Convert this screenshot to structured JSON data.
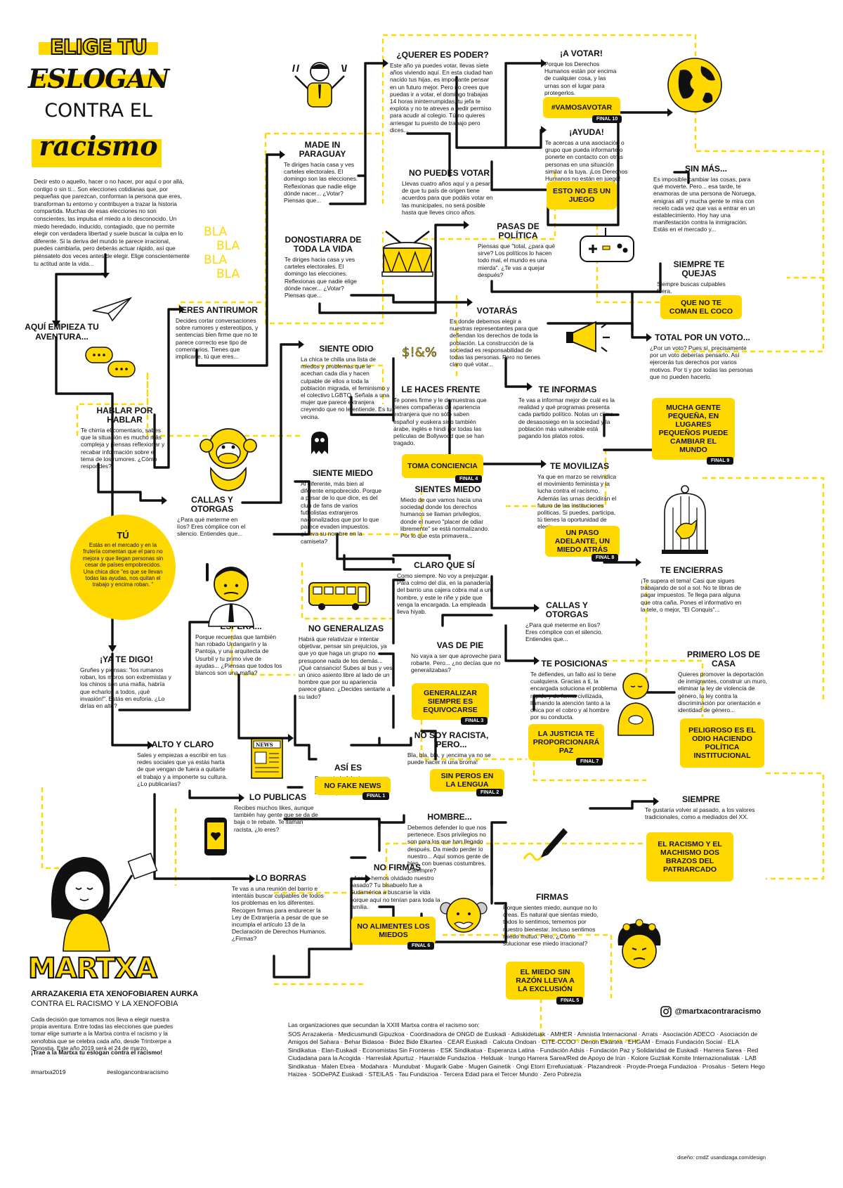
{
  "header": {
    "line1": "ELIGE TU",
    "line2": "ESLOGAN",
    "line3": "CONTRA EL",
    "line4": "RACISMO"
  },
  "intro": "Decir esto o aquello, hacer o no hacer, por aquí o por allá, contigo o sin ti... Son elecciones cotidianas que, por pequeñas que parezcan, conforman la persona que eres, transforman tu entorno y contribuyen a trazar la historia compartida. Muchas de esas elecciones no son conscientes, las impulsa el miedo a lo desconocido. Un miedo heredado, inducido, contagiado, que no permite elegir con verdadera libertad y suele buscar la culpa en lo diferente. Si la deriva del mundo te parece irracional, puedes cambiarla, pero deberás actuar rápido, así que piénsatelo dos veces antes de elegir. Elige conscientemente tu actitud ante la vida...",
  "start_label": "AQUÍ EMPIEZA TU AVENTURA...",
  "bla": [
    "BLA",
    "BLA",
    "BLA",
    "BLA"
  ],
  "tu": {
    "title": "TÚ",
    "body": "Estás en el mercado y en la frutería comentan que el paro no mejora y que llegan personas sin cesar de países empobrecidos. Una chica dice \"es que se llevan todas las ayudas, nos quitan el trabajo y encima roban. \""
  },
  "nodes": [
    {
      "id": "made-in-paraguay",
      "title": "MADE IN PARAGUAY",
      "body": "Te diriges hacia casa y ves carteles electorales. El domingo son las elecciones. Reflexionas que nadie elige dónde nacer... ¿Votar? Piensas que..."
    },
    {
      "id": "querer-es-poder",
      "title": "¿QUERER ES PODER?",
      "body": "Este año ya puedes votar, llevas siete años viviendo aquí. En esta ciudad han nacido tus hijas, es importante pensar en un futuro mejor. Pero no crees que puedas ir a votar, el domingo trabajas 14 horas ininterrumpidas, tu jefa te explota y no te atreves a pedir permiso para acudir al colegio. Tú no quieres arriesgar tu puesto de trabajo pero dices..."
    },
    {
      "id": "a-votar",
      "title": "¡A VOTAR!",
      "body": "Porque los Derechos Humanos están por encima de cualquier cosa, y las urnas son el lugar para protegerlos."
    },
    {
      "id": "ayuda",
      "title": "¡AYUDA!",
      "body": "Te acercas a una asociación o grupo que pueda informarte o ponerte en contacto con otras personas en una situación similar a la tuya. ¡Los Derechos Humanos no están en juego!"
    },
    {
      "id": "no-puedes-votar",
      "title": "NO PUEDES VOTAR",
      "body": "Llevas cuatro años aquí y a pesar de que tu país de origen tiene acuerdos para que podáis votar en las municipales, no será posible hasta que lleves cinco años."
    },
    {
      "id": "sin-mas",
      "title": "SIN MÁS...",
      "body": "Es imposible cambiar las cosas, para qué moverte. Pero... esa tarde, te enamoras de una persona de Noruega, emigras allí y mucha gente te mira con recelo cada vez que vas a entrar en un establecimiento. Hoy hay una manifestación contra la inmigración. Estás en el mercado y..."
    },
    {
      "id": "donostiarra",
      "title": "DONOSTIARRA DE TODA LA VIDA",
      "body": "Te diriges hacia casa y ves carteles electorales. El domingo las elecciones. Reflexionas que nadie elige dónde nacer... ¿Votar? Piensas que..."
    },
    {
      "id": "pasas-de-politica",
      "title": "PASAS DE POLÍTICA",
      "body": "Piensas que \"total, ¿para qué sirve? Los políticos lo hacen todo mal, el mundo es una mierda\". ¿Te vas a quejar después?"
    },
    {
      "id": "siempre-te-quejas",
      "title": "SIEMPRE TE QUEJAS",
      "body": "Siempre buscas culpables fuera."
    },
    {
      "id": "eres-antirumor",
      "title": "ERES ANTIRUMOR",
      "body": "Decides cortar conversaciones sobre rumores y estereotipos, y sentencias bien firme que no te parece correcto ese tipo de comentarios. Tienes que implicarte, tú que eres..."
    },
    {
      "id": "votaras",
      "title": "VOTARÁS",
      "body": "Es donde debemos elegir a nuestras representantes para que defiendan los derechos de toda la población. La construcción de la sociedad es responsabilidad de todas las personas. Pero no tienes claro qué votar..."
    },
    {
      "id": "siente-odio",
      "title": "SIENTE ODIO",
      "body": "La chica te chilla una lista de miedos y problemas que le acechan cada día y hacen culpable de ellos a toda la población migrada, el feminismo y el colectivo LGBTQ. Señala a una mujer que parece extranjera creyendo que no le entiende. Es tu vecina."
    },
    {
      "id": "total-por-un-voto",
      "title": "TOTAL POR UN VOTO...",
      "body": "¿Por un voto? Pues sí, precisamente por un voto deberías pensarlo. Así ejercerás tus derechos por varios motivos. Por ti y por todas las personas que no pueden hacerlo."
    },
    {
      "id": "hablar-por-hablar",
      "title": "HABLAR POR HABLAR",
      "body": "Te chirría el comentario, sabes que la situación es mucho más compleja y piensas reflexionar y recabar información sobre el tema de los rumores. ¿Cómo respondes?"
    },
    {
      "id": "le-haces-frente",
      "title": "LE HACES FRENTE",
      "body": "Te pones firme y le demuestras que tienes compañeras de apariencia extranjera que no sólo saben español y euskera sino también árabe, inglés e hindi por todas las películas de Bollywood que se han tragado."
    },
    {
      "id": "te-informas",
      "title": "TE INFORMAS",
      "body": "Te vas a informar mejor de cuál es la realidad y qué programas presenta cada partido político. Notas un clima de desasosiego en la sociedad y la población más vulnerable está pagando los platos rotos."
    },
    {
      "id": "siente-miedo",
      "title": "SIENTE MIEDO",
      "body": "Al diferente, más bien al diferente empobrecido. Porque a pesar de lo que dice, es del club de fans de varios futbolistas extranjeros nacionalizados que por lo que parece evaden impuestos. ¿Lleva su nombre en la camiseta?"
    },
    {
      "id": "sientes-miedo",
      "title": "SIENTES MIEDO",
      "body": "Miedo de que vamos hacia una sociedad donde los derechos humanos se llaman privilegios, donde el nuevo \"placer de odiar libremente\" se está normalizando. Por lo que esta primavera..."
    },
    {
      "id": "te-movilizas",
      "title": "TE MOVILIZAS",
      "body": "Ya que en marzo se reivindica el movimiento feminista y la lucha contra el racismo. Además las urnas decidirán el futuro de las instituciones políticas. Si puedes, participa, tú tienes la oportunidad de elegir."
    },
    {
      "id": "callas-y-otorgas-1",
      "title": "CALLAS Y OTORGAS",
      "body": "¿Para qué meterme en líos? Eres cómplice con el silencio. Entiendes que..."
    },
    {
      "id": "claro-que-si",
      "title": "CLARO QUE SÍ",
      "body": "Como siempre. No voy a prejuzgar. Para colmo del día, en la panadería del barrio una cajera cobra mal a un hombre, y este le riñe y pide que venga la encargada. La empleada lleva hiyab."
    },
    {
      "id": "te-encierras",
      "title": "TE ENCIERRAS",
      "body": "¡Te supera el tema! Casi que sigues trabajando de sol a sol. No te libras de pagar impuestos. Te llega para alguna que otra caña. Pones el informativo en la tele, o mejor, \"El Conquis\"..."
    },
    {
      "id": "espera",
      "title": "ESPERA...",
      "body": "Porque recuerdas que también han robado Urdangarín y la Pantoja, y una arquitecta de Usurbil y tu primo vive de ayudas... ¿Piensas que todos los blancos son una mafia?"
    },
    {
      "id": "no-generalizas",
      "title": "NO GENERALIZAS",
      "body": "Habrá que relativizar e intentar objetivar, pensar sin prejuicios, ya que yo que haga un grupo no presupone nada de los demás... ¡Qué cansancio! Subes al bus y ves un único asiento libre al lado de un hombre que por su apariencia parece gitano. ¿Decides sentarte a su lado?"
    },
    {
      "id": "vas-de-pie",
      "title": "VAS DE PIE",
      "body": "No vaya a ser que aproveche para robarte. Pero... ¿no decías que no generalizabas?"
    },
    {
      "id": "callas-y-otorgas-2",
      "title": "CALLAS Y OTORGAS",
      "body": "¿Para qué meterme en líos? Eres cómplice con el silencio. Entiendes que..."
    },
    {
      "id": "ya-te-digo",
      "title": "¡YA TE DIGO!",
      "body": "Gruñes y piensas: \"los rumanos roban, los moros son extremistas y los chinos son una mafia, habría que echarlos a todos, ¡qué invasión!\". Estás en euforia. ¿Lo dirías en alto?"
    },
    {
      "id": "te-posicionas",
      "title": "TE POSICIONAS",
      "body": "Te defiendes, un fallo así lo tiene cualquiera. Gracias a ti, la encargada soluciona el problema rápido y de forma civilizada, llamando la atención tanto a la chica por el cobro y al hombre por su conducta."
    },
    {
      "id": "primero-los-de-casa",
      "title": "PRIMERO LOS DE CASA",
      "body": "Quieres promover la deportación de inmigrantes, construir un muro, eliminar la ley de violencia de género, la ley contra la discriminación por orientación e identidad de género..."
    },
    {
      "id": "alto-y-claro",
      "title": "ALTO Y CLARO",
      "body": "Sales y empiezas a escribir en tus redes sociales que ya estás harta de que vengan de fuera a quitarte el trabajo y a imponerte su cultura. ¿Lo publicarías?"
    },
    {
      "id": "asi-es",
      "title": "ASÍ ES",
      "body": "Demasiada falacia para vivir tranquila. Tómate un retiro espiritual."
    },
    {
      "id": "no-soy-racista",
      "title": "NO SOY RACISTA, PERO...",
      "body": "Bla, bla, bla, y ¡encima ya no se puede hacer ni una broma!"
    },
    {
      "id": "lo-publicas",
      "title": "LO PUBLICAS",
      "body": "Recibes muchos likes, aunque también hay gente que se da de baja o te rebate. Te llaman racista, ¿lo eres?"
    },
    {
      "id": "hombre",
      "title": "HOMBRE...",
      "body": "Debemos defender lo que nos pertenece. Esos privilegios no son para los que han llegado después. Da miedo perder lo nuestro... Aquí somos gente de bien, con buenas costumbres. ¿Siempre?"
    },
    {
      "id": "siempre",
      "title": "SIEMPRE",
      "body": "Te gustaría volver al pasado, a los valores tradicionales, como a mediados del XX."
    },
    {
      "id": "lo-borras",
      "title": "LO BORRAS",
      "body": "Te vas a una reunión del barrio e intentáis buscar culpables de todos los problemas en los diferentes. Recogen firmas para endurecer la Ley de Extranjería a pesar de que se incumpla el artículo 13 de la Declaración de Derechos Humanos. ¿Firmas?"
    },
    {
      "id": "no-firmas",
      "title": "NO FIRMAS",
      "body": "¿Acaso hemos olvidado nuestro pasado? Tu bisabuelo fue a Sudamérica a buscarse la vida porque aquí no tenían para toda la familia."
    },
    {
      "id": "firmas",
      "title": "FIRMAS",
      "body": "Porque sientes miedo, aunque no lo creas. Es natural que sientas miedo, todos lo sentimos, tememos por nuestro bienestar. Incluso sentimos miedo mutuo. Pero, ¿Cómo solucionar ese miedo irracional?"
    }
  ],
  "finals": [
    {
      "id": "final-10",
      "label": "#VAMOSAVOTAR",
      "tag": "FINAL 10"
    },
    {
      "id": "juego",
      "label": "ESTO NO ES UN JUEGO",
      "tag": ""
    },
    {
      "id": "coco",
      "label": "QUE NO TE COMAN EL COCO",
      "tag": ""
    },
    {
      "id": "final-9",
      "label": "MUCHA GENTE PEQUEÑA, EN LUGARES PEQUEÑOS PUEDE CAMBIAR EL MUNDO",
      "tag": "FINAL 9"
    },
    {
      "id": "final-4",
      "label": "TOMA CONCIENCIA",
      "tag": "FINAL 4"
    },
    {
      "id": "final-8",
      "label": "UN PASO ADELANTE, UN MIEDO ATRÁS",
      "tag": "FINAL 8"
    },
    {
      "id": "final-3",
      "label": "GENERALIZAR SIEMPRE ES EQUIVOCARSE",
      "tag": "FINAL 3"
    },
    {
      "id": "final-7",
      "label": "LA JUSTICIA TE PROPORCIONARÁ PAZ",
      "tag": "FINAL 7"
    },
    {
      "id": "peligroso",
      "label": "PELIGROSO ES EL ODIO HACIENDO POLÍTICA INSTITUCIONAL",
      "tag": ""
    },
    {
      "id": "final-1",
      "label": "NO FAKE NEWS",
      "tag": "FINAL 1"
    },
    {
      "id": "final-2",
      "label": "SIN PEROS EN LA LENGUA",
      "tag": "FINAL 2"
    },
    {
      "id": "patriarcado",
      "label": "EL RACISMO Y EL MACHISMO DOS BRAZOS DEL PATRIARCADO",
      "tag": ""
    },
    {
      "id": "final-6",
      "label": "NO ALIMENTES LOS MIEDOS",
      "tag": "FINAL 6"
    },
    {
      "id": "final-5",
      "label": "EL MIEDO SIN RAZÓN LLEVA A LA EXCLUSIÓN",
      "tag": "FINAL 5"
    }
  ],
  "footer": {
    "brand": "MARTXA",
    "sub1": "ARRAZAKERIA ETA XENOFOBIAREN AURKA",
    "sub2": "CONTRA EL RACISMO Y LA XENOFOBIA",
    "text": "Cada decisión que tomamos nos lleva a elegir nuestra propia aventura. Entre todas las elecciones que puedes tomar elige sumarte a la Martxa contra el racismo y la xenofobia que se celebra cada año, desde Trintxerpe a Donostia. Este año 2019 será el 24 de marzo.",
    "cta": "¡Trae a la Martxa tu eslogan contra el racismo!",
    "hashtag1": "#martxa2019",
    "hashtag2": "#eslogancontraracismo",
    "instagram": "@martxacontraracismo",
    "orgs_intro": "Las organizaciones que secundan la XXIII Martxa contra el racismo son:",
    "orgs": "SOS Arrazakeria · Medicusmundi Gipuzkoa · Coordinadora de ONGD de Euskadi · Adiskidetuak · AMHER · Amnistia Internacional · Arrats · Asociación ADECO · Asociación de Amigos del Sahara · Behar Bidasoa · Bidez Bide Elkartea · CEAR Euskadi · Calcuta Ondoan · CITE-CCOO · Denon Elkartea · EHGAM · Emaús Fundación Social · ELA Sindikatua · Elan-Euskadi · Economistas Sin Fronteras · ESK Sindikatua · Esperanza Latina · Fundación Adsis · Fundación Paz y Solidaridad de Euskadi · Harrera Sarea · Red Ciudadana para la Acogida · Harreslak Apurtuz · Haurralde Fundazioa · Helduak · Irungo Harrera Sarea/Red de Apoyo de Irún · Kolore Guztiak Komite Internazionalistak · LAB Sindikatua · Malen Etxea · Modahara · Mundubat · Mugarik Gabe · Mugen Gainetik · Ongi Etorri Errefuxiatuak · Plazandreok · Proyde-Proega Fundazioa · Prosalus · Setem Hego Haizea · SODePAZ Euskadi · STEILAS · Tau Fundazioa · Tercera Edad para el Tercer Mundo · Zero Pobrezia",
    "credit": "diseño: cmdZ usandizaga.com/design"
  }
}
